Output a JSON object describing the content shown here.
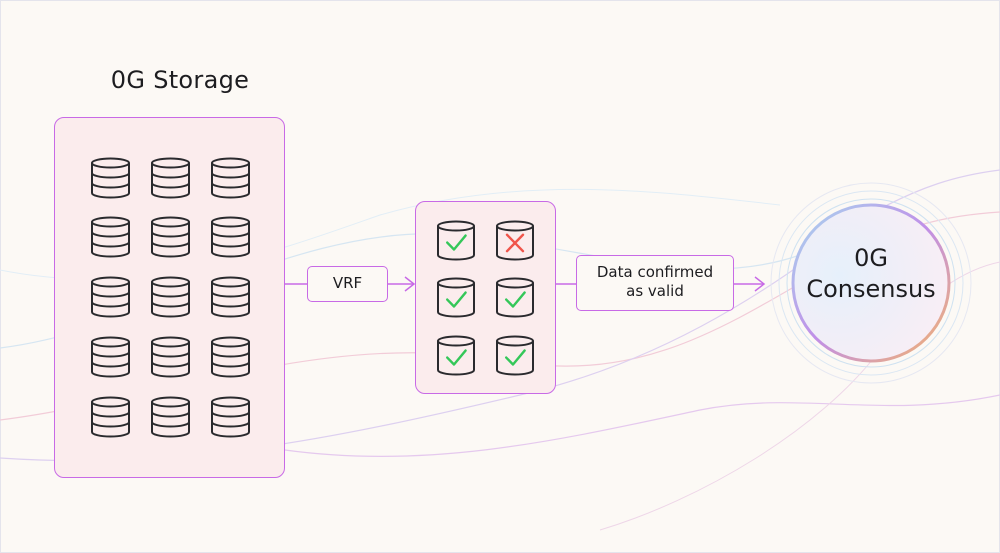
{
  "storage": {
    "title": "0G Storage",
    "databases": 15
  },
  "vrf": {
    "label": "VRF"
  },
  "verification": {
    "results": [
      "valid",
      "invalid",
      "valid",
      "valid",
      "valid",
      "valid"
    ]
  },
  "confirmation": {
    "line1": "Data confirmed",
    "line2": "as valid"
  },
  "consensus": {
    "line1": "0G",
    "line2": "Consensus"
  },
  "colors": {
    "background": "#fcf9f5",
    "panel_fill": "#fbeced",
    "accent_border": "#c86ae6",
    "check": "#34c759",
    "cross": "#f0554b",
    "icon_stroke": "#2a2a2e"
  }
}
